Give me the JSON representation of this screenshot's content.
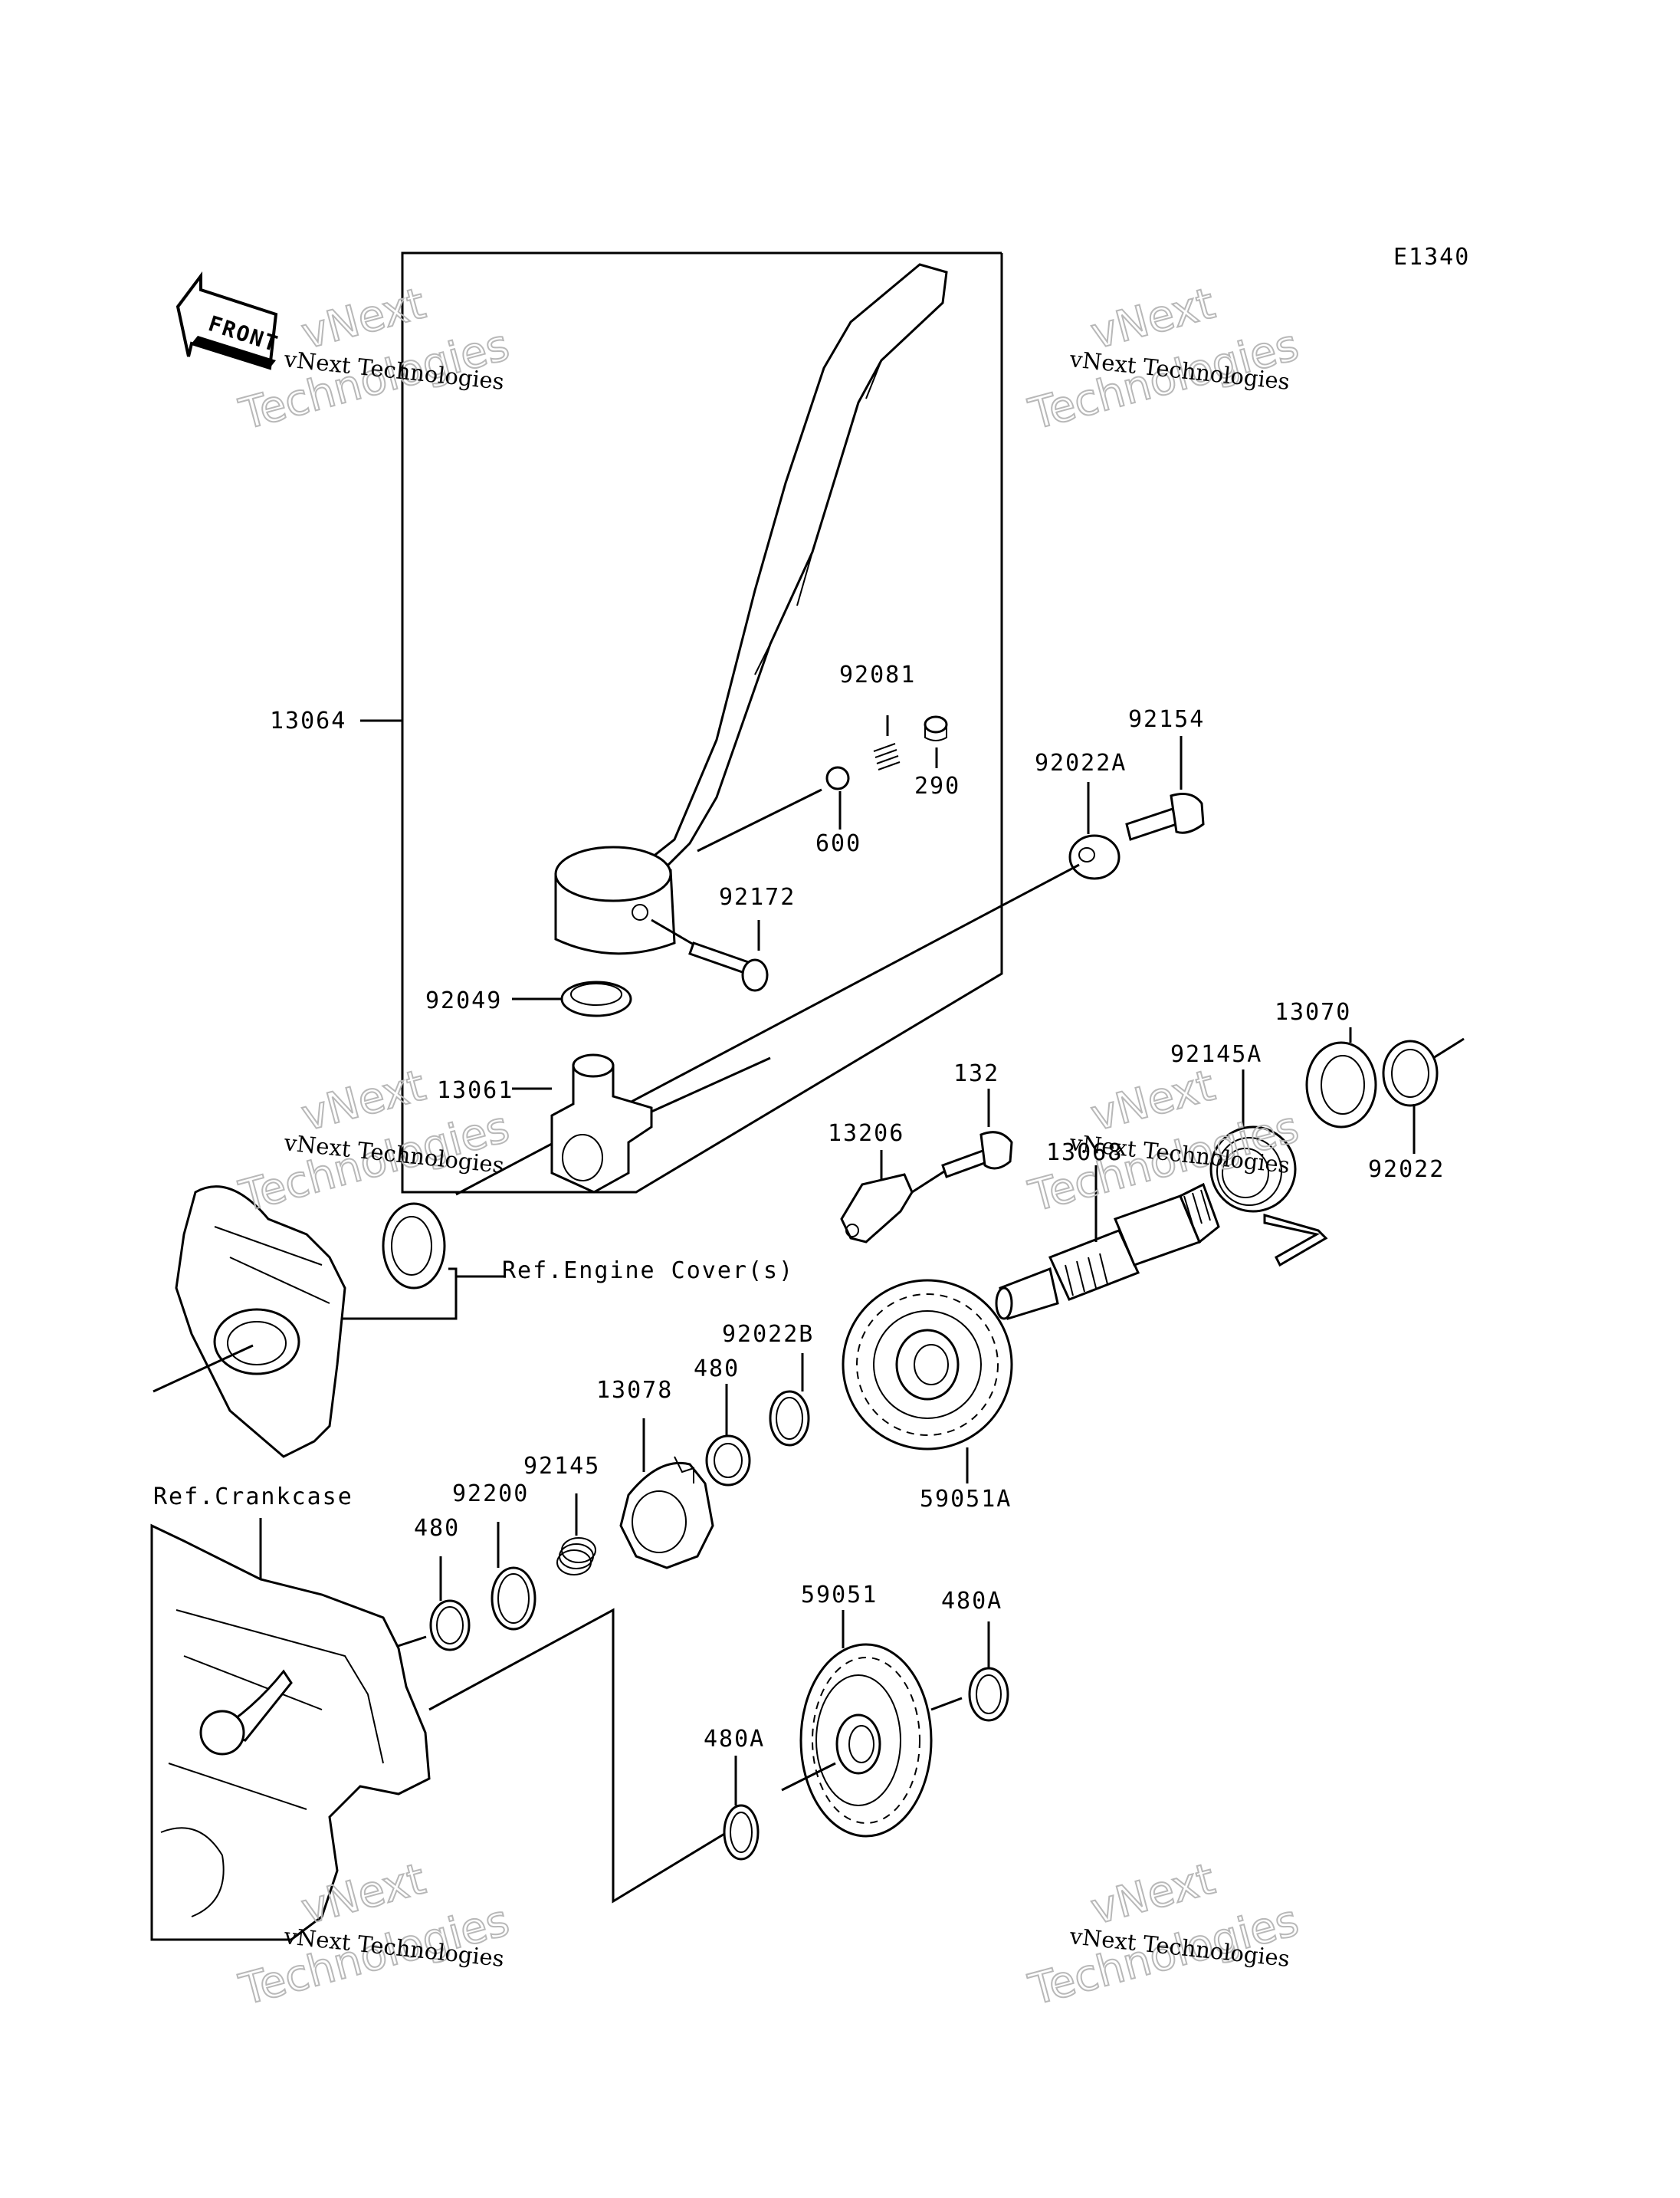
{
  "figure_code": "E1340",
  "front_label": "FRONT",
  "watermark": {
    "line1": "vNext Technologies",
    "big_top": "vNext",
    "big_bottom": "Technologies"
  },
  "callouts": {
    "13064": "13064",
    "92081": "92081",
    "290": "290",
    "600": "600",
    "92154": "92154",
    "92022A": "92022A",
    "92172": "92172",
    "92049": "92049",
    "13061": "13061",
    "132": "132",
    "13206": "13206",
    "13068": "13068",
    "92145A": "92145A",
    "13070": "13070",
    "92022": "92022",
    "ref_engine_cover": "Ref.Engine Cover(s)",
    "92022B": "92022B",
    "480_upper": "480",
    "13078": "13078",
    "59051A": "59051A",
    "92145": "92145",
    "92200": "92200",
    "480_lower": "480",
    "ref_crankcase": "Ref.Crankcase",
    "59051": "59051",
    "480A_right": "480A",
    "480A_left": "480A"
  }
}
